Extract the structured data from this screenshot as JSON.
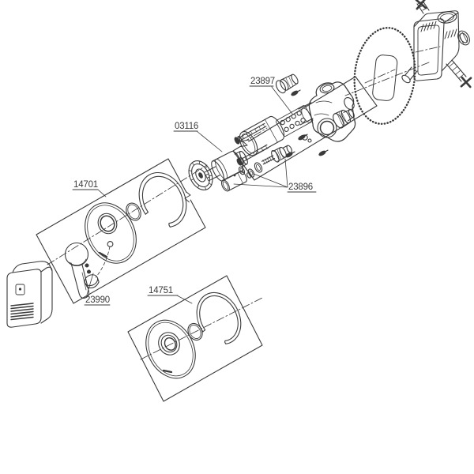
{
  "colors": {
    "background": "#ffffff",
    "line": "#3a3a3a",
    "text": "#3a3a3a"
  },
  "diagram": {
    "type": "exploded-parts-diagram",
    "part_labels": [
      {
        "id": "23897",
        "text": "23897"
      },
      {
        "id": "03116",
        "text": "03116"
      },
      {
        "id": "14701",
        "text": "14701"
      },
      {
        "id": "23990",
        "text": "23990"
      },
      {
        "id": "14751",
        "text": "14751"
      },
      {
        "id": "23896",
        "text": "23896"
      }
    ]
  }
}
